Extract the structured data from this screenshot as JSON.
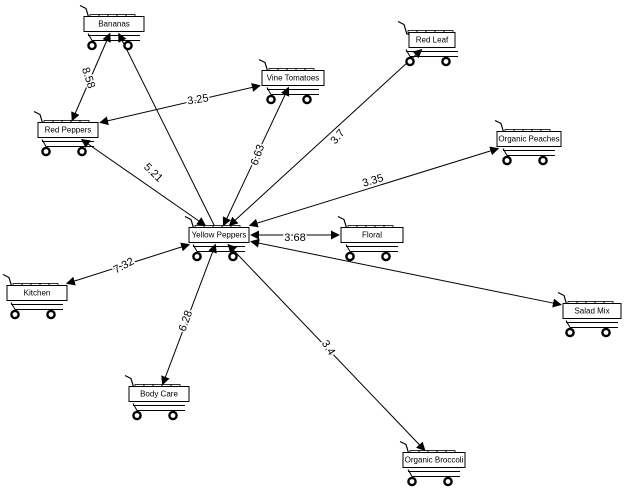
{
  "diagram": {
    "type": "network",
    "center": "Yellow Peppers",
    "nodes": [
      {
        "id": "yellow_peppers",
        "label": "Yellow Peppers"
      },
      {
        "id": "bananas",
        "label": "Bananas"
      },
      {
        "id": "red_peppers",
        "label": "Red Peppers"
      },
      {
        "id": "vine_tomatoes",
        "label": "Vine Tomatoes"
      },
      {
        "id": "red_leaf",
        "label": "Red Leaf"
      },
      {
        "id": "organic_peaches",
        "label": "Organic Peaches"
      },
      {
        "id": "floral",
        "label": "Floral"
      },
      {
        "id": "salad_mix",
        "label": "Salad Mix"
      },
      {
        "id": "organic_broccoli",
        "label": "Organic Broccoli"
      },
      {
        "id": "body_care",
        "label": "Body Care"
      },
      {
        "id": "kitchen",
        "label": "Kitchen"
      }
    ],
    "edges": [
      {
        "from": "red_peppers",
        "to": "bananas",
        "label": "8.58",
        "bidirectional": true
      },
      {
        "from": "yellow_peppers",
        "to": "bananas",
        "label": "",
        "bidirectional": false
      },
      {
        "from": "red_peppers",
        "to": "vine_tomatoes",
        "label": "3.25",
        "bidirectional": true
      },
      {
        "from": "yellow_peppers",
        "to": "vine_tomatoes",
        "label": "6.63",
        "bidirectional": true
      },
      {
        "from": "yellow_peppers",
        "to": "red_peppers",
        "label": "5.21",
        "bidirectional": true
      },
      {
        "from": "yellow_peppers",
        "to": "red_leaf",
        "label": "3.7",
        "bidirectional": true
      },
      {
        "from": "yellow_peppers",
        "to": "organic_peaches",
        "label": "3.35",
        "bidirectional": true
      },
      {
        "from": "yellow_peppers",
        "to": "floral",
        "label": "3.68",
        "bidirectional": true
      },
      {
        "from": "yellow_peppers",
        "to": "salad_mix",
        "label": "",
        "bidirectional": true
      },
      {
        "from": "yellow_peppers",
        "to": "organic_broccoli",
        "label": "3.4",
        "bidirectional": true
      },
      {
        "from": "yellow_peppers",
        "to": "body_care",
        "label": "6.28",
        "bidirectional": true
      },
      {
        "from": "yellow_peppers",
        "to": "kitchen",
        "label": "7.32",
        "bidirectional": true
      }
    ]
  },
  "icons": {
    "node": "shopping-cart-icon"
  },
  "colors": {
    "line": "#000000",
    "background": "#ffffff",
    "box": "#ffffff"
  }
}
